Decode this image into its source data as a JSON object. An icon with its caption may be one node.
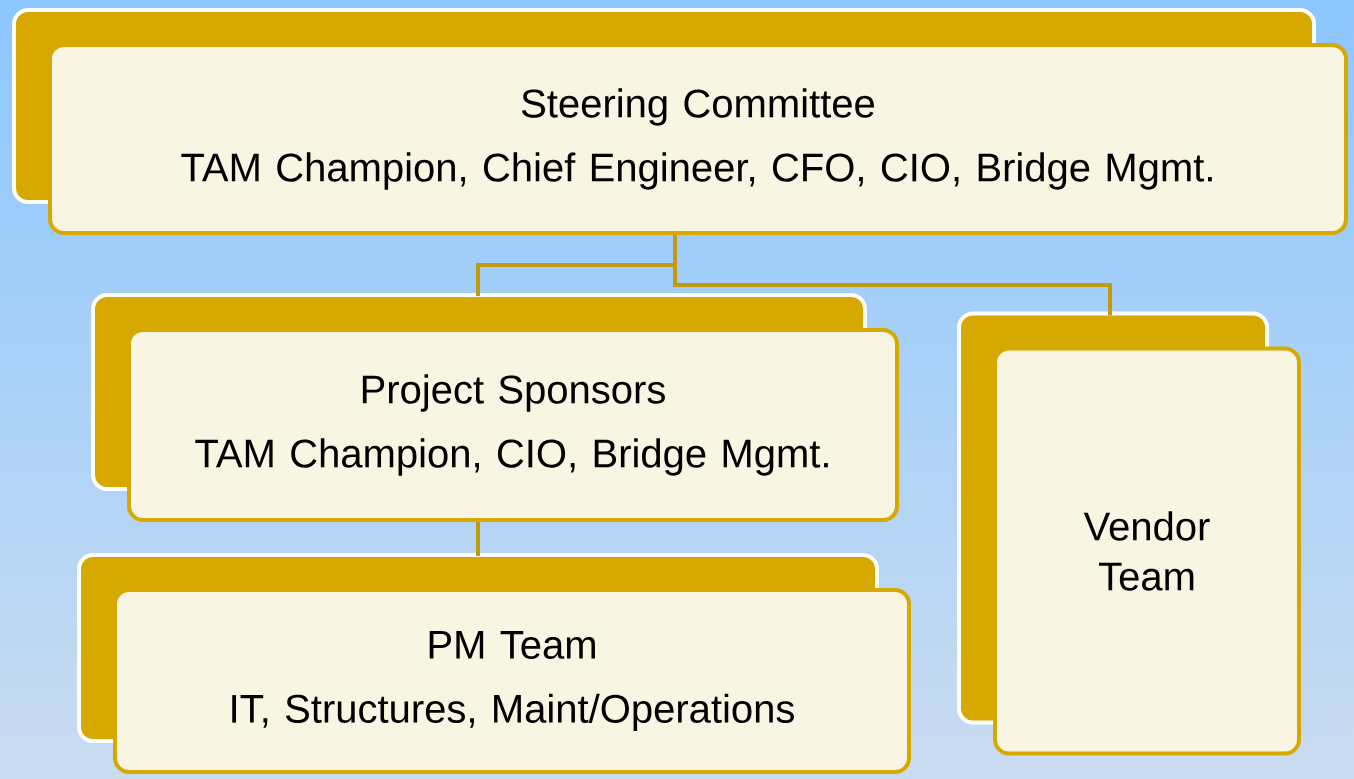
{
  "diagram": {
    "nodes": [
      {
        "text": [
          "Steering Committee",
          "TAM Champion, Chief Engineer, CFO, CIO, Bridge Mgmt."
        ]
      },
      {
        "text": [
          "Project Sponsors",
          "TAM Champion, CIO, Bridge Mgmt."
        ]
      },
      {
        "text": [
          "PM Team",
          "IT, Structures, Maint/Operations"
        ]
      },
      {
        "text": [
          "Vendor Team"
        ]
      }
    ],
    "edges": [
      {
        "from": 0,
        "to": 1,
        "arrow": "none"
      },
      {
        "from": 0,
        "to": 3,
        "arrow": "none"
      },
      {
        "from": 1,
        "to": 2,
        "arrow": "none"
      }
    ]
  }
}
